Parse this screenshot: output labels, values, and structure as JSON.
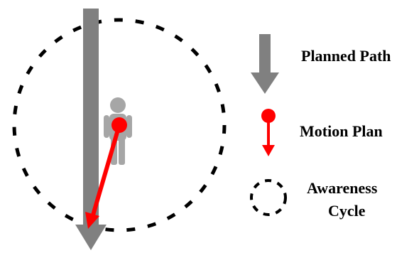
{
  "colors": {
    "path": "#808080",
    "person": "#a6a6a6",
    "motion": "#ff0000",
    "awareness": "#000000",
    "background": "#ffffff"
  },
  "icons": {
    "person": "person-icon",
    "planned_path": "down-arrow-icon",
    "motion_plan": "red-pin-arrow-icon",
    "awareness_cycle": "dashed-circle-icon"
  },
  "legend": {
    "planned_path": "Planned Path",
    "motion_plan": "Motion Plan",
    "awareness_line1": "Awareness",
    "awareness_line2": "Cycle"
  }
}
